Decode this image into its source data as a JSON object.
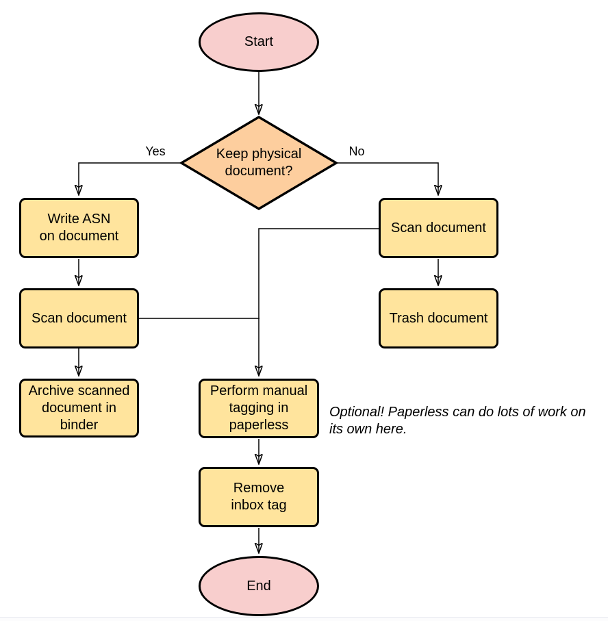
{
  "colors": {
    "canvas_bg": "#ffffff",
    "terminal_fill": "#f8cecd",
    "process_fill": "#ffe49d",
    "decision_fill": "#fdce9e",
    "stroke": "#000000"
  },
  "diagram": {
    "type": "flowchart",
    "nodes": {
      "start": {
        "label": "Start",
        "shape": "terminal"
      },
      "decision": {
        "label": "Keep physical\ndocument?",
        "shape": "decision"
      },
      "write_asn": {
        "label": "Write ASN\non document",
        "shape": "process"
      },
      "scan_left": {
        "label": "Scan document",
        "shape": "process"
      },
      "archive": {
        "label": "Archive scanned\ndocument in\nbinder",
        "shape": "process"
      },
      "scan_right": {
        "label": "Scan document",
        "shape": "process"
      },
      "trash": {
        "label": "Trash document",
        "shape": "process"
      },
      "tagging": {
        "label": "Perform manual\ntagging in\npaperless",
        "shape": "process"
      },
      "remove_tag": {
        "label": "Remove\ninbox tag",
        "shape": "process"
      },
      "end": {
        "label": "End",
        "shape": "terminal"
      }
    },
    "edge_labels": {
      "yes": "Yes",
      "no": "No"
    },
    "note": {
      "text": "Optional! Paperless can do lots of work on\nits own here."
    }
  }
}
